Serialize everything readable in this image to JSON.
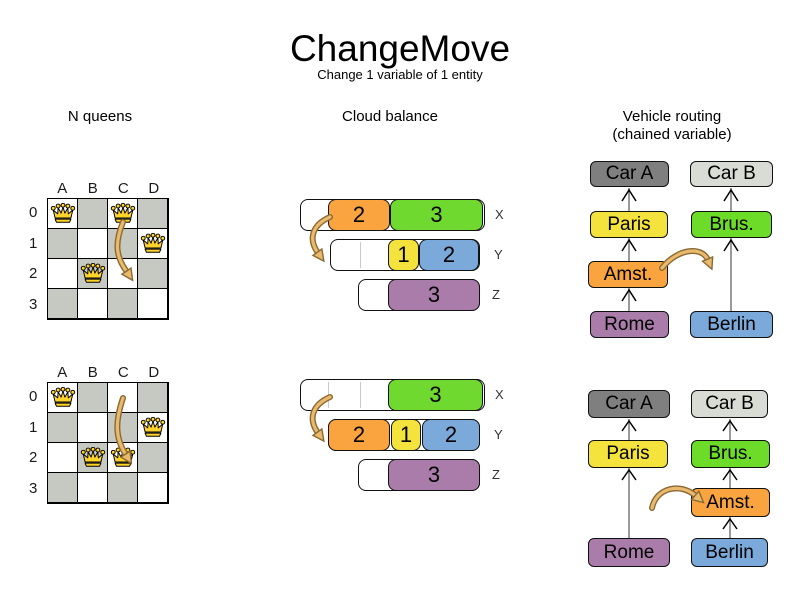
{
  "header": {
    "title": "ChangeMove",
    "subtitle": "Change 1 variable of 1 entity"
  },
  "palette": {
    "board_dark_cell": "#c6c9c1",
    "queen_gold": "#ffd42a",
    "orange": "#f9a43f",
    "green": "#70d92f",
    "yellow": "#f4e23d",
    "blue": "#7aa9da",
    "purple": "#a97ca9",
    "car_a_gray": "#7f7f7f",
    "car_b_gray": "#d9dcd4",
    "move_arrow": "#e9b96e",
    "move_arrow_outline": "#8a6a33",
    "chain_line": "#808080"
  },
  "panels": {
    "nqueens": {
      "label": "N queens",
      "board": {
        "col_headers": [
          "A",
          "B",
          "C",
          "D"
        ],
        "row_headers": [
          "0",
          "1",
          "2",
          "3"
        ]
      },
      "before": {
        "queens": [
          "A0",
          "C0",
          "D1",
          "B2"
        ],
        "move": {
          "from": "C0",
          "to": "C2"
        }
      },
      "after": {
        "queens": [
          "A0",
          "D1",
          "B2",
          "C2"
        ],
        "move": {
          "from": "C0",
          "to": "C2"
        }
      }
    },
    "cloud": {
      "label": "Cloud balance",
      "computers": [
        "X",
        "Y",
        "Z"
      ],
      "before": {
        "X": [
          {
            "process": "2",
            "color": "#f9a43f"
          },
          {
            "process": "3",
            "color": "#70d92f"
          }
        ],
        "Y": [
          {
            "process": "1",
            "color": "#f4e23d"
          },
          {
            "process": "2",
            "color": "#7aa9da"
          }
        ],
        "Z": [
          {
            "process": "3",
            "color": "#a97ca9"
          }
        ]
      },
      "after": {
        "X": [
          {
            "process": "3",
            "color": "#70d92f"
          }
        ],
        "Y": [
          {
            "process": "2",
            "color": "#f9a43f"
          },
          {
            "process": "1",
            "color": "#f4e23d"
          },
          {
            "process": "2",
            "color": "#7aa9da"
          }
        ],
        "Z": [
          {
            "process": "3",
            "color": "#a97ca9"
          }
        ]
      },
      "move": {
        "process": "2",
        "from": "X",
        "to": "Y"
      }
    },
    "vrp": {
      "label": "Vehicle routing",
      "sublabel": "(chained variable)",
      "entities": {
        "carA": {
          "label": "Car A",
          "color": "#7f7f7f"
        },
        "carB": {
          "label": "Car B",
          "color": "#d9dcd4"
        },
        "paris": {
          "label": "Paris",
          "color": "#f4e23d"
        },
        "brussels": {
          "label": "Brus.",
          "color": "#6ddc29"
        },
        "amsterdam": {
          "label": "Amst.",
          "color": "#f9a43f"
        },
        "rome": {
          "label": "Rome",
          "color": "#a97ca9"
        },
        "berlin": {
          "label": "Berlin",
          "color": "#7aa9da"
        }
      },
      "before": {
        "chains": [
          [
            "Rome",
            "Amst.",
            "Paris",
            "Car A"
          ],
          [
            "Berlin",
            "Brus.",
            "Car B"
          ]
        ]
      },
      "after": {
        "chains": [
          [
            "Rome",
            "Paris",
            "Car A"
          ],
          [
            "Berlin",
            "Amst.",
            "Brus.",
            "Car B"
          ]
        ]
      },
      "move": {
        "entity": "Amst.",
        "from_chain": "Car A",
        "to_chain": "Car B"
      }
    }
  }
}
